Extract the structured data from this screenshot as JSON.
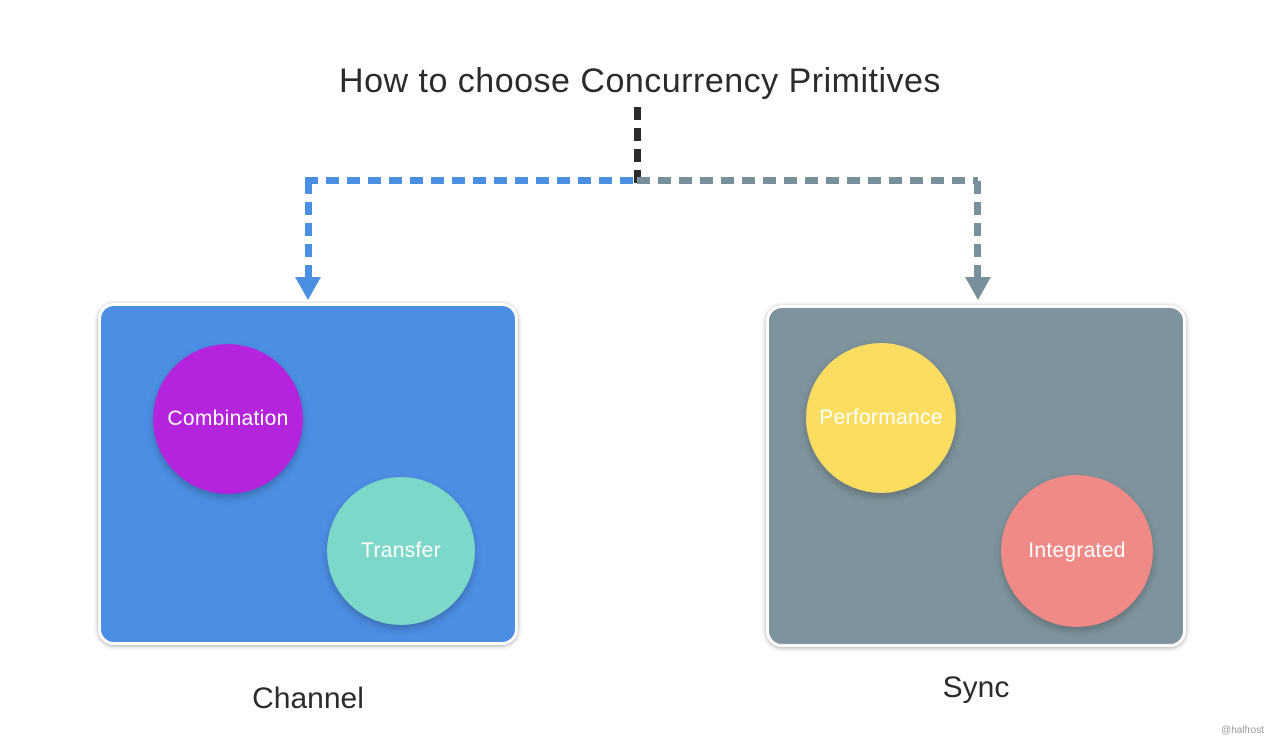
{
  "title": "How to choose Concurrency Primitives",
  "watermark": "@halfrost",
  "colors": {
    "title_text": "#2b2b2b",
    "root_connector": "#2b2b2b",
    "channel_accent": "#4a90e2",
    "sync_accent": "#78909b",
    "channel_box": "#4b8ee3",
    "sync_box": "#7e939c",
    "combination_circle": "#b324dc",
    "transfer_circle": "#7ed8ca",
    "performance_circle": "#fbdd61",
    "integrated_circle": "#f08a86",
    "circle_text": "#ffffff",
    "watermark_text": "#9a9a9a"
  },
  "groups": [
    {
      "label": "Channel",
      "circles": [
        {
          "label": "Combination"
        },
        {
          "label": "Transfer"
        }
      ]
    },
    {
      "label": "Sync",
      "circles": [
        {
          "label": "Performance"
        },
        {
          "label": "Integrated"
        }
      ]
    }
  ]
}
